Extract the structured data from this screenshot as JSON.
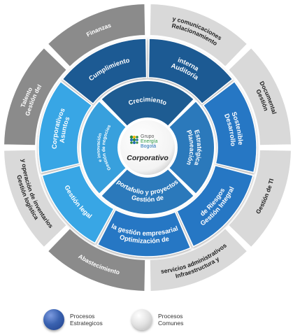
{
  "center": {
    "logo_lines": [
      "Grupo",
      "Energía",
      "Bogotá"
    ],
    "title": "Corporativo"
  },
  "ring_inner": [
    [
      "Crecimiento"
    ],
    [
      "Planeación",
      "Estratégica"
    ],
    [
      "Gestión de",
      "portafolio y proyectos"
    ],
    [
      "Gestión de negocios",
      "e innovación"
    ]
  ],
  "ring_middle": [
    [
      "Cumplimiento"
    ],
    [
      "Auditoría",
      "interna"
    ],
    [
      "Desarrollo",
      "Sostenible"
    ],
    [
      "Gestión Integral",
      "de Riesgos"
    ],
    [
      "Optimización de",
      "la gestión empresarial"
    ],
    [
      "Gestión legal"
    ],
    [
      "Asuntos",
      "Corporativos"
    ]
  ],
  "ring_outer": [
    [
      "Finanzas"
    ],
    [
      "Relacionamiento",
      "y comunicaciones"
    ],
    [
      "Gestión",
      "Documental"
    ],
    [
      "Gestión de TI"
    ],
    [
      "Infraestructura y",
      "servicios administrativos"
    ],
    [
      "Abastecimiento"
    ],
    [
      "Gestión logística",
      "y operación de inventarios"
    ],
    [
      "Gestión del",
      "Talento"
    ]
  ],
  "legend": [
    {
      "lines": [
        "Procesos",
        "Estrategicos"
      ],
      "color": "#3a62b0"
    },
    {
      "lines": [
        "Procesos",
        "Comunes"
      ],
      "color": "#e0e0e0"
    }
  ],
  "colors": {
    "outer_dark": "#8b8b8b",
    "outer_light": "#d9d9d9",
    "strategic_dark": "#1e5a93",
    "strategic_mid": "#2877c4",
    "strategic_light": "#39a6e5",
    "inner_dark": "#1e5c92",
    "inner_mid": "#2b79bb",
    "inner_light": "#38a0dd"
  }
}
